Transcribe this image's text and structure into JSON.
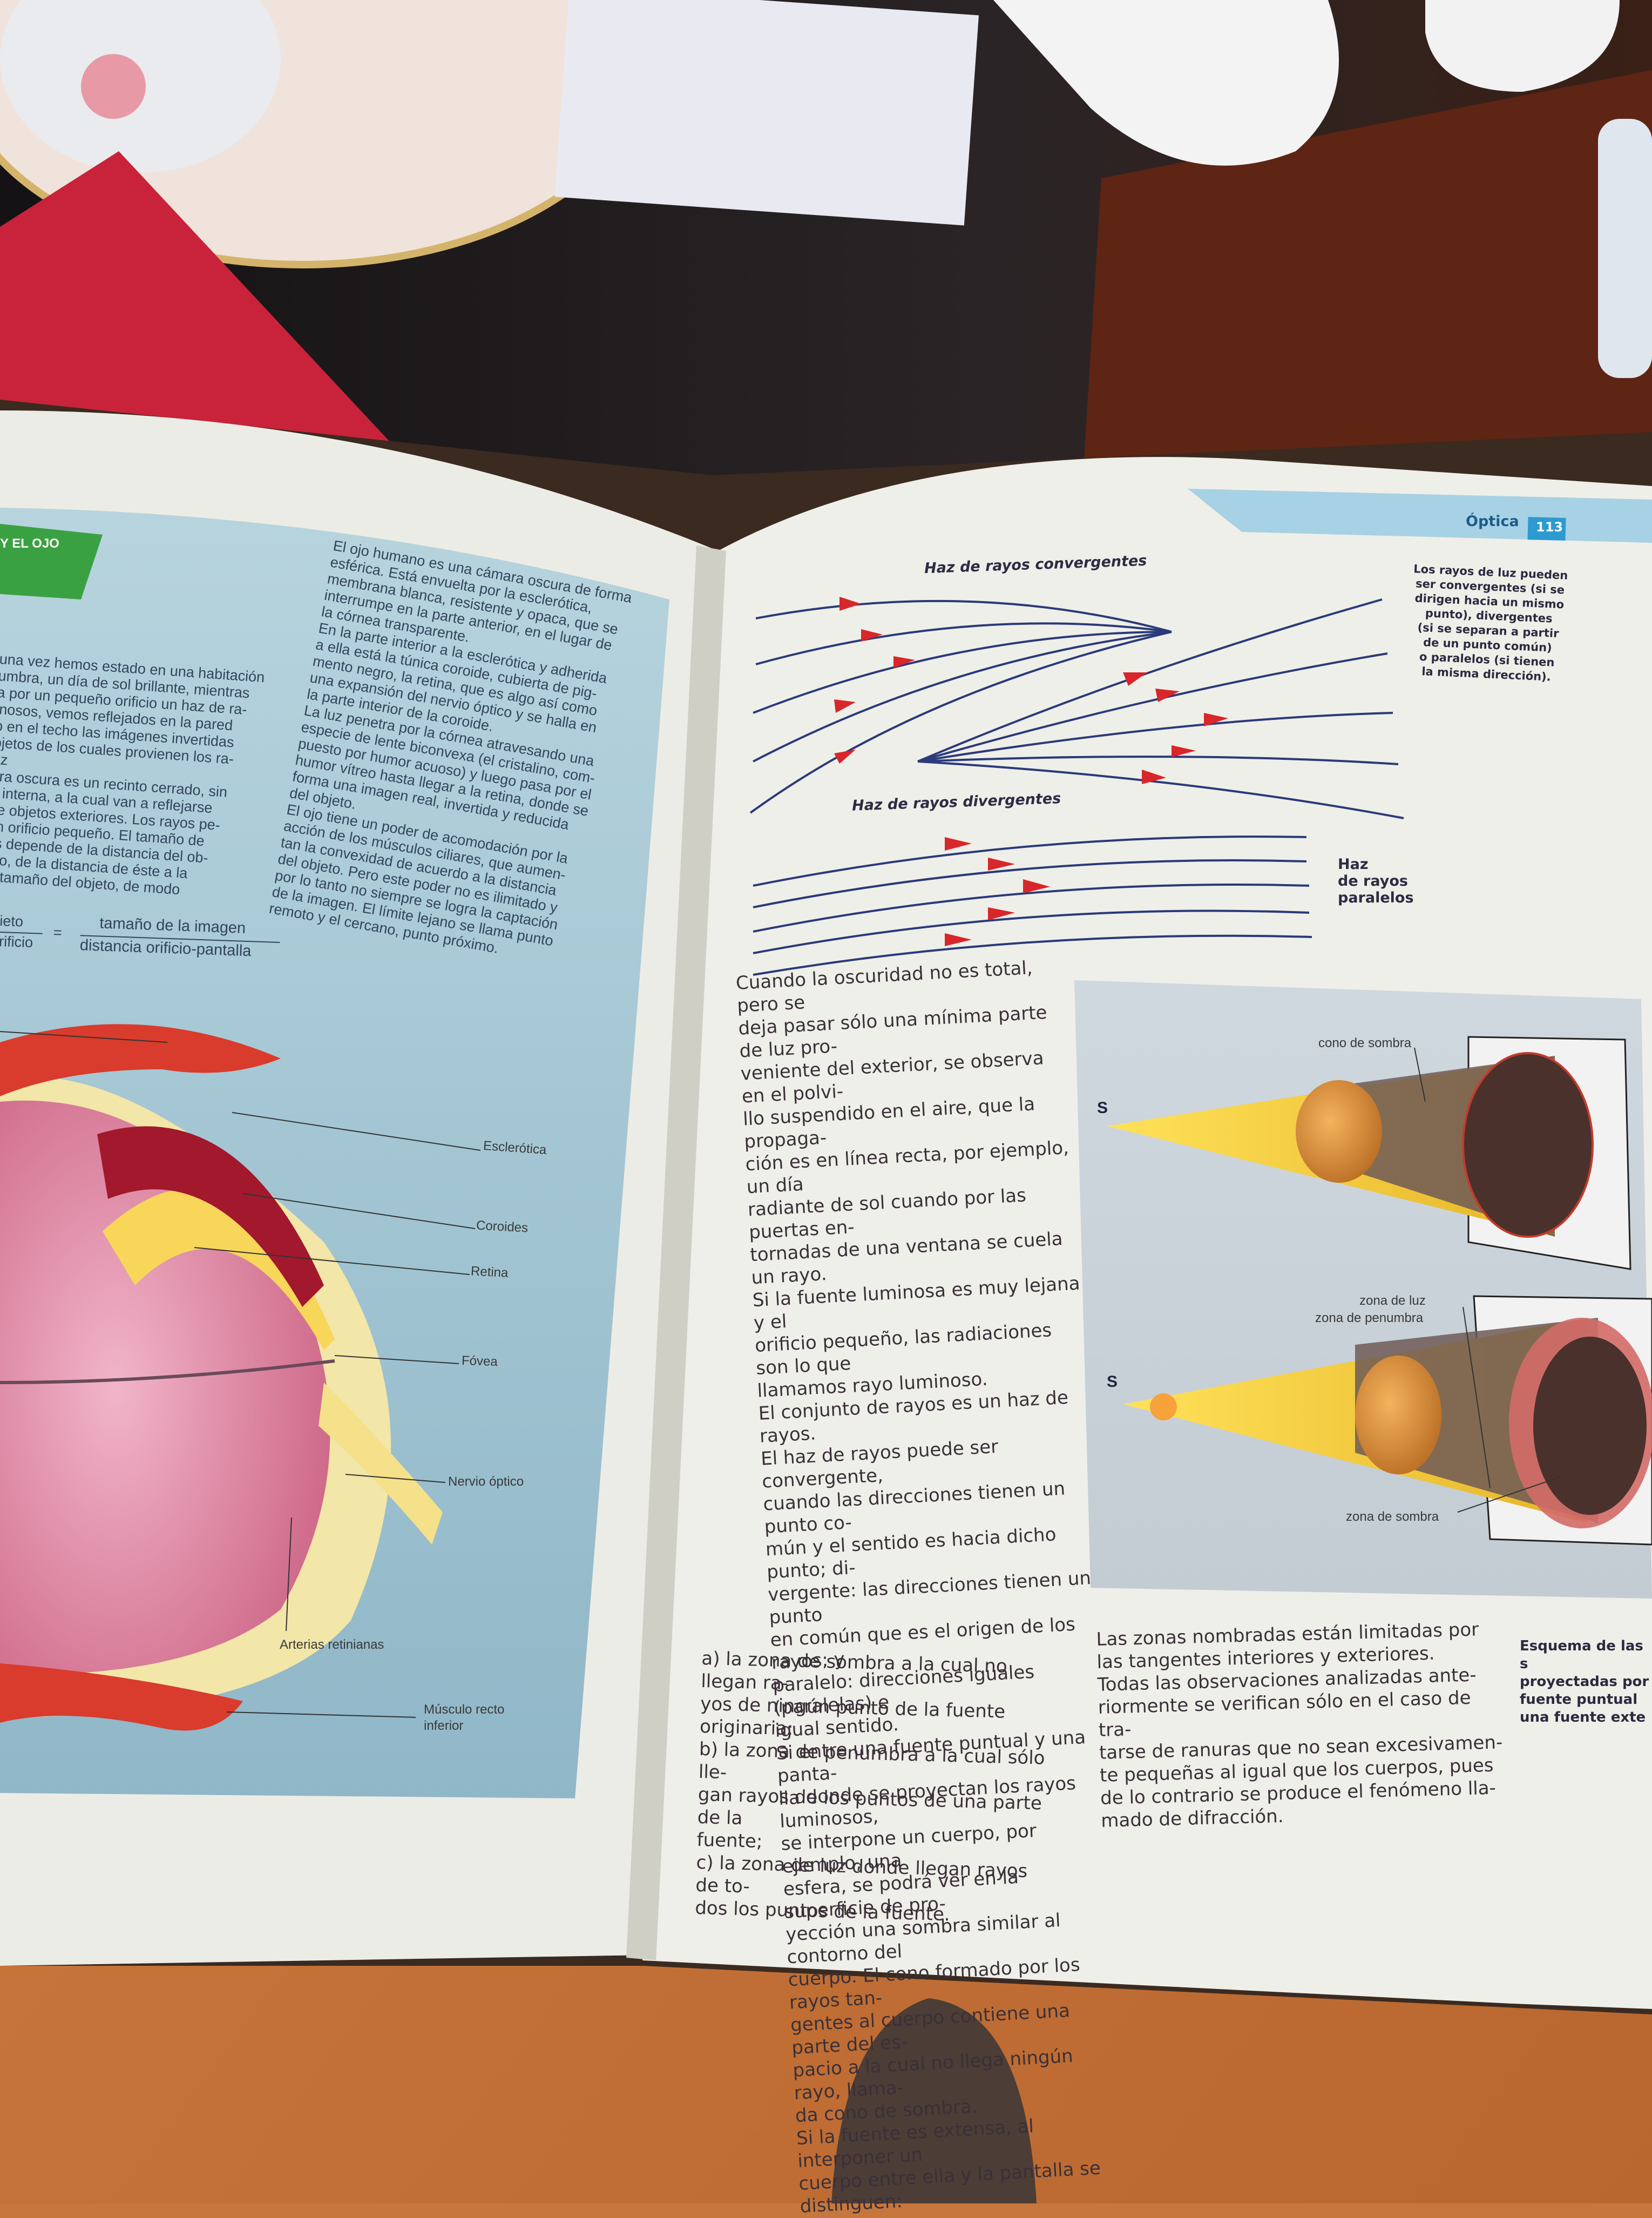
{
  "book": {
    "left_page": {
      "section_tab": "Y EL OJO",
      "intro_paragraphs": [
        "una vez hemos estado en una habitación",
        "umbra, un día de sol brillante, mientras",
        "a por un pequeño orificio un haz de ra-",
        "inosos, vemos reflejados en la pared",
        "o en el techo las imágenes invertidas",
        "bjetos de los cuales provienen los ra-",
        "az",
        "ara oscura es un recinto cerrado, sin",
        "n interna, a la cual van a reflejarse",
        "de objetos exteriores. Los rayos pe-",
        "un orificio pequeño. El tamaño de",
        "es depende de la distancia del ob-",
        "icio, de la distancia de éste a la",
        "el tamaño del objeto, de modo"
      ],
      "eye_paragraphs": [
        "El ojo humano es una cámara oscura de forma",
        "esférica. Está envuelta por la esclerótica,",
        "membrana blanca, resistente y opaca, que se",
        "interrumpe en la parte anterior, en el lugar de",
        "la córnea transparente.",
        "En la parte interior a la esclerótica y adherida",
        "a ella está la túnica coroide, cubierta de pig-",
        "mento negro, la retina, que es algo así como",
        "una expansión del nervio óptico y se halla en",
        "la parte interior de la coroide.",
        "La luz penetra por la córnea atravesando una",
        "especie de lente biconvexa (el cristalino, com-",
        "puesto por humor acuoso) y luego pasa por el",
        "humor vítreo hasta llegar a la retina, donde se",
        "forma una imagen real, invertida y reducida",
        "del objeto.",
        "El ojo tiene un poder de acomodación por la",
        "acción de los músculos ciliares, que aumen-",
        "tan la convexidad de acuerdo a la distancia",
        "del objeto. Pero este poder no es ilimitado y",
        "por lo tanto no siempre se logra la captación",
        "de la imagen. El límite lejano se llama punto",
        "remoto y el cercano, punto próximo."
      ],
      "formula": {
        "left_top": "ieto",
        "left_bottom": "rificio",
        "equals": "=",
        "numerator": "tamaño de la imagen",
        "denominator": "distancia orificio-pantalla"
      },
      "eye_labels": {
        "sclera": "Esclerótica",
        "choroid": "Coroides",
        "retina": "Retina",
        "fovea": "Fóvea",
        "optic_nerve": "Nervio óptico",
        "retinal_arteries": "Arterias retinianas",
        "rectus_muscle_1": "Músculo recto",
        "rectus_muscle_2": "inferior"
      }
    },
    "right_page": {
      "header_title": "Óptica",
      "page_number": "113",
      "conv_label": "Haz de rayos convergentes",
      "div_label": "Haz de rayos divergentes",
      "par_label": [
        "Haz",
        "de rayos",
        "paralelos"
      ],
      "side_note": [
        "Los rayos de luz pueden",
        "ser convergentes (si se",
        "dirigen hacia un mismo",
        "punto), divergentes",
        "(si se separan a partir",
        "de un punto común)",
        "o paralelos (si tienen",
        "la misma dirección)."
      ],
      "main_text": [
        "Cuando la oscuridad no es total, pero se",
        "deja pasar sólo una mínima parte de luz pro-",
        "veniente del exterior, se observa en el polvi-",
        "llo suspendido en el aire, que la propaga-",
        "ción es en línea recta, por ejemplo, un día",
        "radiante de sol cuando por las puertas en-",
        "tornadas de una ventana se cuela un rayo.",
        "Si la fuente luminosa es muy lejana y el",
        "orificio pequeño, las radiaciones son lo que",
        "llamamos rayo luminoso.",
        "El conjunto de rayos es un haz de rayos.",
        "El haz de rayos puede ser convergente,",
        "cuando las direcciones tienen un punto co-",
        "mún y el sentido es hacia dicho punto; di-",
        "vergente: las direcciones tienen un punto",
        "en común que es el origen de los rayos; y",
        "paralelo: direcciones iguales (paralelas) e",
        "igual sentido.",
        "Si entre una fuente puntual y una panta-",
        "lla donde se proyectan los rayos luminosos,",
        "se interpone un cuerpo, por ejemplo, una",
        "esfera, se podrá ver en la superficie de pro-",
        "yección una sombra similar al contorno del",
        "cuerpo. El cono formado por los rayos tan-",
        "gentes al cuerpo contiene una parte del es-",
        "pacio a la cual no llega ningún rayo, llama-",
        "da cono de sombra.",
        "Si la fuente es extensa, al interponer un",
        "cuerpo entre ella y la pantalla se distinguen:"
      ],
      "list_text": [
        "a) la zona de sombra a la cual no llegan ra-",
        "yos de ningún punto de la fuente originaria;",
        "b) la zona de penumbra a la cual sólo lle-",
        "gan rayos de los puntos de una parte de la",
        "fuente;",
        "c) la zona de luz donde llegan rayos de to-",
        "dos los puntos de la fuente."
      ],
      "bottom_text": [
        "Las zonas nombradas están limitadas por",
        "las tangentes interiores y exteriores.",
        "Todas las observaciones analizadas ante-",
        "riormente se verifican sólo en el caso de tra-",
        "tarse de ranuras que no sean excesivamen-",
        "te pequeñas al igual que los cuerpos, pues",
        "de lo contrario se produce el fenómeno lla-",
        "mado de difracción."
      ],
      "caption": [
        "Esquema de las s",
        "proyectadas por",
        "fuente puntual",
        "una fuente exte"
      ],
      "shadow_labels": {
        "cone": "cono de sombra",
        "source_1": "S",
        "light_zone": "zona de luz",
        "penumbra": "zona de penumbra",
        "source_2": "S",
        "shadow_zone": "zona de sombra"
      }
    }
  },
  "colors": {
    "table": "#c7773b",
    "glass": "#1f1c1e",
    "page": "#efefe8",
    "left_panel": "#a9c9d6",
    "ray": "#2b3a7a",
    "arrow": "#d8262a",
    "header_band": "#8fc3dc",
    "red_folder": "#c8233a"
  }
}
